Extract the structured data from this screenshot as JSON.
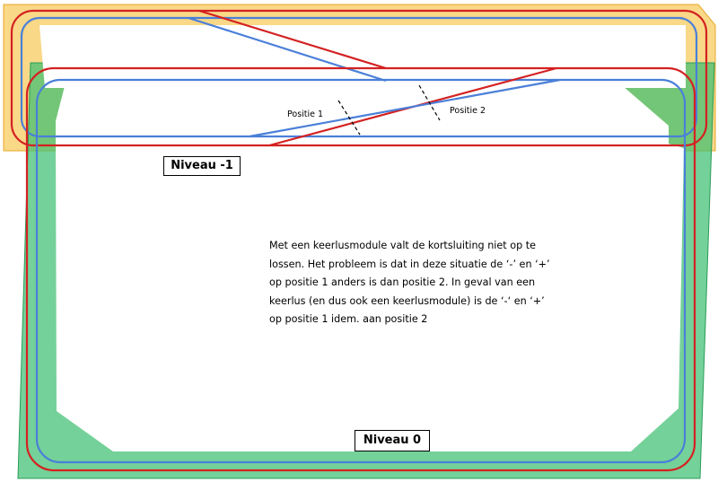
{
  "labels": {
    "niveau_min1": "Niveau -1",
    "niveau_0": "Niveau 0",
    "positie_1": "Positie 1",
    "positie_2": "Positie 2"
  },
  "note": {
    "lines": [
      "Met een keerlusmodule valt de kortsluiting niet op te",
      "lossen. Het probleem is dat in deze situatie de ‘-’ en ‘+’",
      "op positie 1 anders is dan positie 2. In geval van een",
      "keerlus (en dus ook een keerlusmodule) is de ‘-‘ en ‘+’",
      "op positie 1 idem. aan positie 2"
    ]
  },
  "colors": {
    "level_min1_fill": "#f8cf6c",
    "level_0_fill": "#66cc8e",
    "rail_red": "#d42121",
    "rail_blue": "#4a7fd8"
  }
}
